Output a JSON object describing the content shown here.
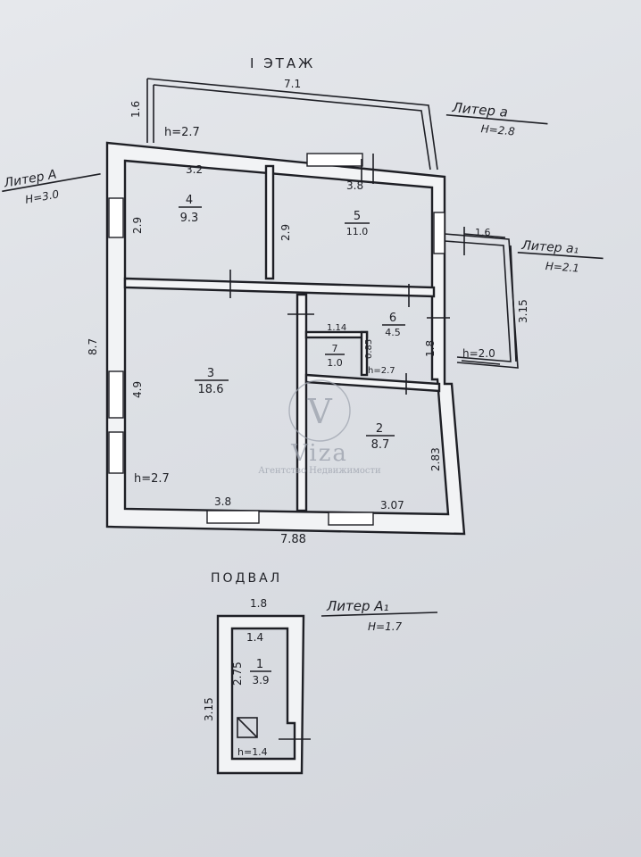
{
  "plan": {
    "floor_title": "I ЭТАЖ",
    "basement_title": "ПОДВАЛ",
    "liters": {
      "a_main": {
        "name": "Литер А",
        "height": "H=3.0"
      },
      "a_small": {
        "name": "Литер а",
        "height": "H=2.8"
      },
      "a1_small": {
        "name": "Литер а₁",
        "height": "H=2.1"
      },
      "a1_basement": {
        "name": "Литер А₁",
        "height": "H=1.7"
      }
    },
    "rooms": [
      {
        "num": "4",
        "area": "9.3"
      },
      {
        "num": "5",
        "area": "11.0"
      },
      {
        "num": "3",
        "area": "18.6"
      },
      {
        "num": "6",
        "area": "4.5"
      },
      {
        "num": "7",
        "area": "1.0"
      },
      {
        "num": "2",
        "area": "8.7"
      },
      {
        "num": "1",
        "area": "3.9"
      }
    ],
    "dimensions": {
      "top_veranda": "7.1",
      "veranda_side": "1.6",
      "h_top": "h=2.7",
      "room4_width": "3.2",
      "room5_width": "3.8",
      "room4_height": "2.9",
      "room5_height": "2.9",
      "left_total": "8.7",
      "room3_height": "4.9",
      "h_room3": "h=2.7",
      "bottom_left": "3.8",
      "bottom_right": "3.07",
      "bottom_total": "7.88",
      "right_room2": "2.83",
      "corridor_width": "1.14",
      "room7_height": "0.85",
      "h_room7": "h=2.7",
      "right_room6": "1.8",
      "annex_top": "1.6",
      "annex_side": "3.15",
      "h_annex": "h=2.0",
      "basement_width": "1.8",
      "basement_inner_width": "1.4",
      "basement_inner_height": "2.75",
      "basement_height": "3.15",
      "h_basement": "h=1.4"
    }
  },
  "watermark": {
    "brand": "Viza",
    "tagline": "Агентство Недвижимости",
    "logo_letter": "V"
  }
}
